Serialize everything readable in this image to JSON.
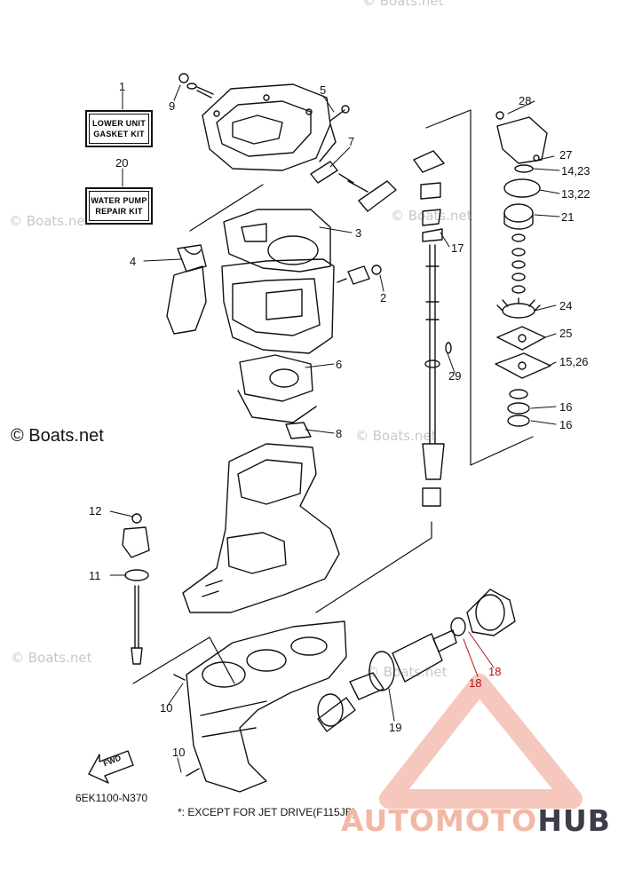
{
  "watermark": {
    "text": "© Boats.net",
    "bold_text": "© Boats.net"
  },
  "kits": {
    "lower_unit": {
      "line1": "LOWER UNIT",
      "line2": "GASKET KIT"
    },
    "water_pump": {
      "line1": "WATER PUMP",
      "line2": "REPAIR KIT"
    }
  },
  "callouts": {
    "c1": "1",
    "c2": "2",
    "c3": "3",
    "c4": "4",
    "c5": "5",
    "c6": "6",
    "c7": "7",
    "c8": "8",
    "c9": "9",
    "c10a": "10",
    "c10b": "10",
    "c11": "11",
    "c12": "12",
    "c13_22": "13,22",
    "c14_23": "14,23",
    "c15_26": "15,26",
    "c16a": "16",
    "c16b": "16",
    "c17": "17",
    "c18a": "18",
    "c18b": "18",
    "c19": "19",
    "c20": "20",
    "c21": "21",
    "c24": "24",
    "c25": "25",
    "c27": "27",
    "c28": "28",
    "c29": "29"
  },
  "diagram_code": "6EK1100-N370",
  "footnote": "*: EXCEPT FOR JET DRIVE(F115JB)",
  "fwd_label": "FWD",
  "brand": {
    "part1": "AUTOMOTO",
    "part2": "HUB",
    "accent": "#e8604a",
    "dark": "#3c3d49"
  }
}
